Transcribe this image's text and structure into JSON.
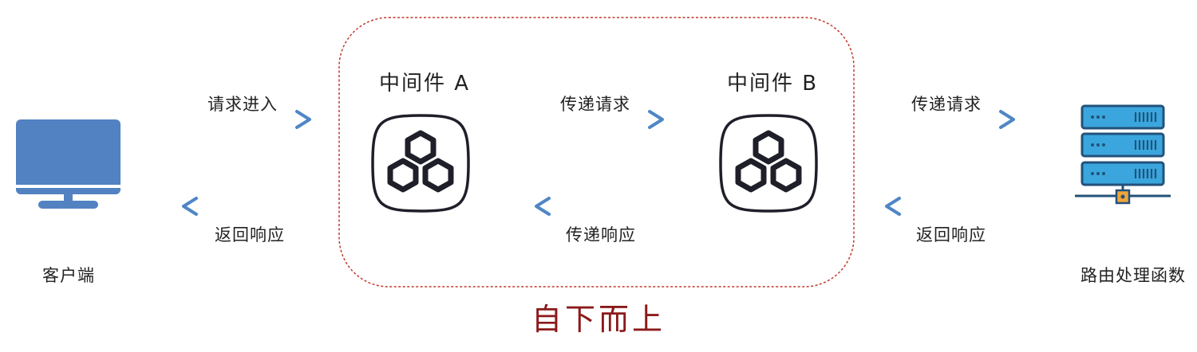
{
  "client": {
    "label": "客户端",
    "icon": "monitor-icon"
  },
  "middleware_group": {
    "middleware_a": {
      "title": "中间件 A",
      "icon": "hexagon-cluster-icon"
    },
    "middleware_b": {
      "title": "中间件 B",
      "icon": "hexagon-cluster-icon"
    },
    "border_color": "#c0392b"
  },
  "route_handler": {
    "label": "路由处理函数",
    "icon": "server-icon"
  },
  "arrows": {
    "client_to_a": "请求进入",
    "a_to_client": "返回响应",
    "a_to_b": "传递请求",
    "b_to_a": "传递响应",
    "b_to_handler": "传递请求",
    "handler_to_b": "返回响应"
  },
  "footer": {
    "text": "自下而上",
    "color": "#8b1a1a"
  },
  "colors": {
    "arrow_start": "#4cba7a",
    "arrow_end": "#4f86c6",
    "monitor": "#5282c2",
    "server_body": "#3aa6dd",
    "server_dark": "#23517a",
    "server_node": "#f0a43a"
  }
}
